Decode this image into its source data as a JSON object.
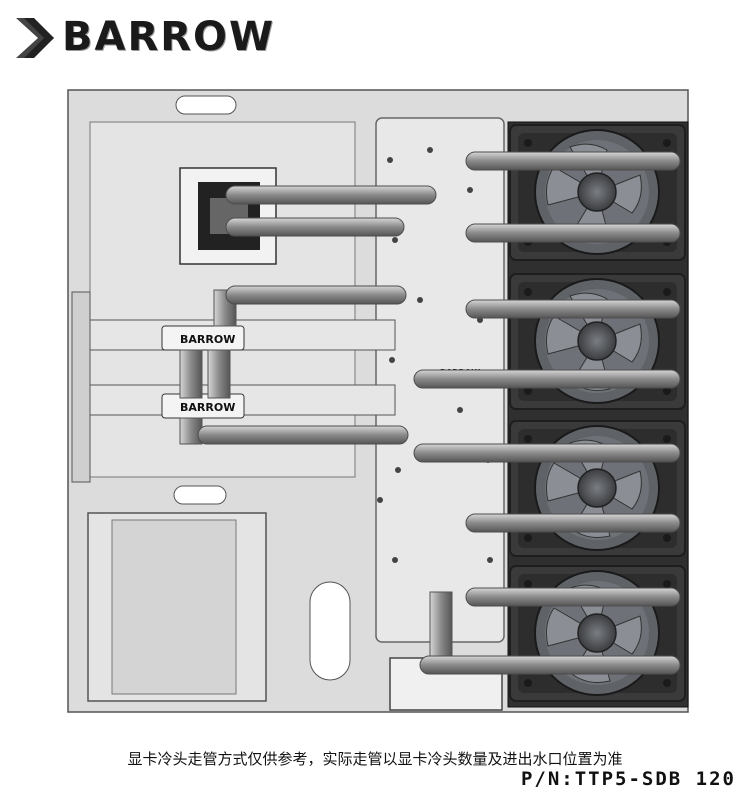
{
  "header": {
    "brand": "BARROW"
  },
  "diagram": {
    "block_labels": {
      "upper_gpu_bridge": "BARROW",
      "lower_gpu_bridge": "BARROW",
      "distro_plate": "BARROW"
    },
    "fan_count": 4
  },
  "footer": {
    "note": "显卡冷头走管方式仅供参考，实际走管以显卡冷头数量及进出水口位置为准",
    "part_number": "P/N:TTP5-SDB 120"
  },
  "colors": {
    "plate": "#dcdcdc",
    "tube": "#8a8a8a",
    "fan_frame": "#3a3a3a",
    "fan_blade": "#6e7278"
  }
}
